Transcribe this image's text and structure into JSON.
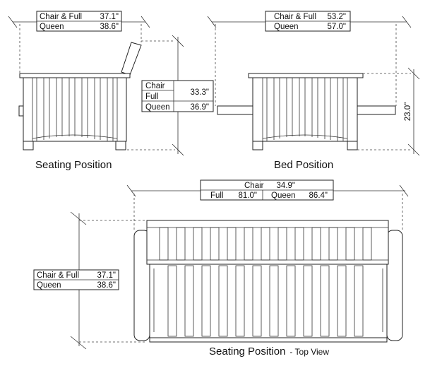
{
  "seating": {
    "table": {
      "row1": {
        "label": "Chair & Full",
        "value": "37.1\""
      },
      "row2": {
        "label": "Queen",
        "value": "38.6\""
      }
    },
    "height_table": {
      "chair": "Chair",
      "full": "Full",
      "chair_full_value": "33.3\"",
      "queen": "Queen",
      "queen_value": "36.9\""
    },
    "caption": "Seating Position"
  },
  "bed": {
    "table": {
      "row1": {
        "label": "Chair & Full",
        "value": "53.2\""
      },
      "row2": {
        "label": "Queen",
        "value": "57.0\""
      }
    },
    "height": "23.0\"",
    "caption": "Bed Position"
  },
  "top": {
    "width_table": {
      "chair": "Chair",
      "chair_value": "34.9\"",
      "full": "Full",
      "full_value": "81.0\"",
      "queen": "Queen",
      "queen_value": "86.4\""
    },
    "depth_table": {
      "row1": {
        "label": "Chair & Full",
        "value": "37.1\""
      },
      "row2": {
        "label": "Queen",
        "value": "38.6\""
      }
    },
    "caption_main": "Seating Position",
    "caption_sub": "- Top View"
  }
}
